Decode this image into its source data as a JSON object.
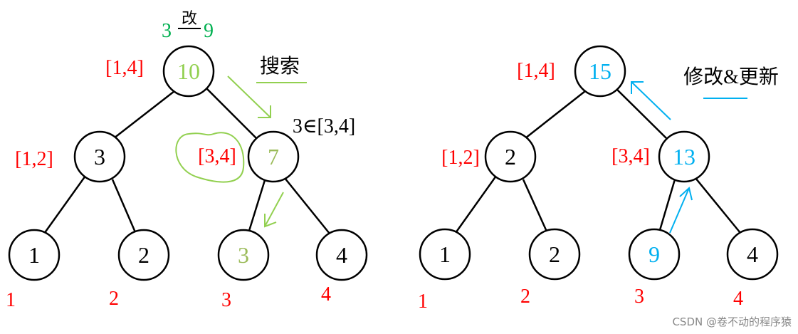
{
  "colors": {
    "interval": "#ff0000",
    "search": "#92d050",
    "update": "#00b0f0",
    "change": "#00b050"
  },
  "left": {
    "change_from": "3",
    "change_word": "改",
    "change_to": "9",
    "search_label": "搜索",
    "membership": "3∈[3,4]",
    "nodes": [
      {
        "value": "10",
        "interval": "[1,4]"
      },
      {
        "value": "3",
        "interval": "[1,2]"
      },
      {
        "value": "7",
        "interval": "[3,4]"
      },
      {
        "value": "1",
        "index": "1"
      },
      {
        "value": "2",
        "index": "2"
      },
      {
        "value": "3",
        "index": "3"
      },
      {
        "value": "4",
        "index": "4"
      }
    ]
  },
  "right": {
    "update_label": "修改&更新",
    "nodes": [
      {
        "value": "15",
        "interval": "[1,4]"
      },
      {
        "value": "2",
        "interval": "[1,2]"
      },
      {
        "value": "13",
        "interval": "[3,4]"
      },
      {
        "value": "1",
        "index": "1"
      },
      {
        "value": "2",
        "index": "2"
      },
      {
        "value": "9",
        "index": "3"
      },
      {
        "value": "4",
        "index": "4"
      }
    ]
  },
  "watermark": "CSDN @卷不动的程序猿"
}
